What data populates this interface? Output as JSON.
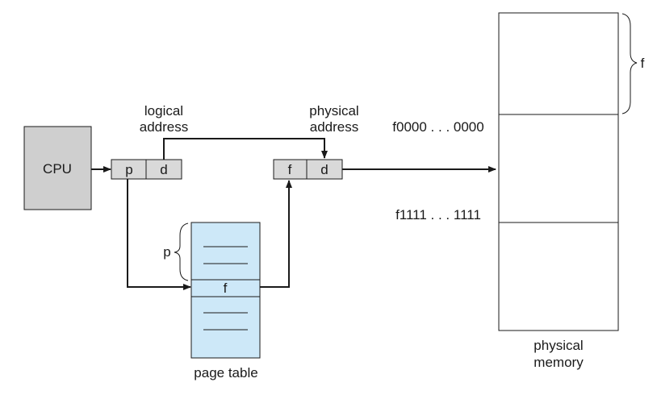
{
  "cpu": {
    "label": "CPU"
  },
  "logical_address": {
    "label_line1": "logical",
    "label_line2": "address",
    "page_field": "p",
    "offset_field": "d"
  },
  "physical_address": {
    "label_line1": "physical",
    "label_line2": "address",
    "frame_field": "f",
    "offset_field": "d"
  },
  "page_table": {
    "label": "page table",
    "index_label": "p",
    "entry_label": "f"
  },
  "physical_memory": {
    "label_line1": "physical",
    "label_line2": "memory",
    "frame_size_label": "f",
    "frame_start_address": "f0000 . . . 0000",
    "frame_end_address": "f1111 . . . 1111"
  },
  "colors": {
    "cpu_fill": "#cfcfcf",
    "register_fill": "#d9d9d9",
    "page_table_fill": "#cde8f8",
    "line": "#1a1a1a"
  }
}
